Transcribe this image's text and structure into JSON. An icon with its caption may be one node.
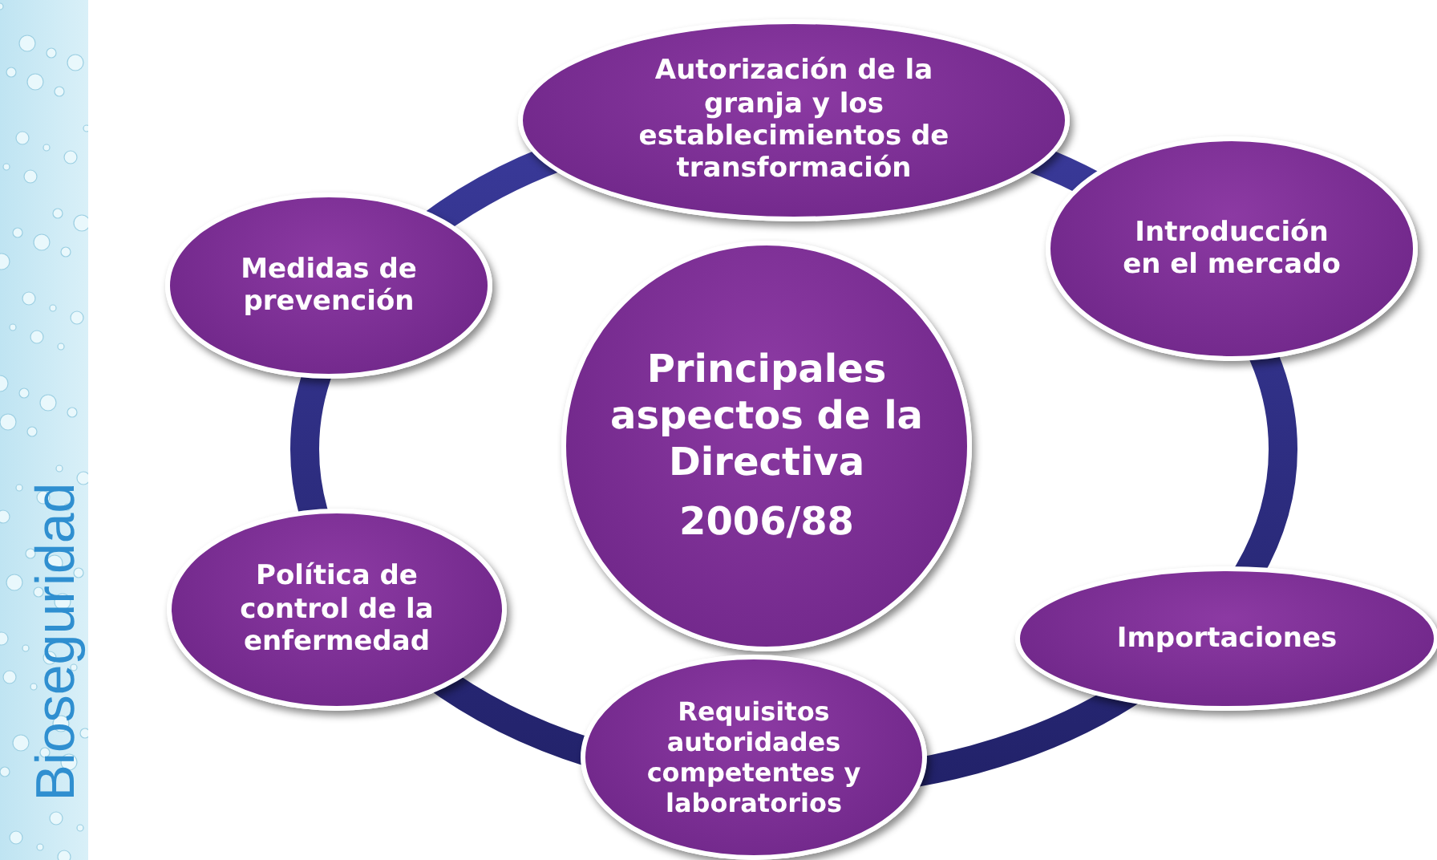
{
  "diagram": {
    "nodes": [
      {
        "text": [
          "Autorización de la granja y los establecimientos de transformación"
        ]
      },
      {
        "text": [
          "Medidas de prevención"
        ]
      },
      {
        "text": [
          "Introducción en el mercado"
        ]
      },
      {
        "text": [
          "Principales aspectos de la Directiva",
          "2006/88"
        ]
      },
      {
        "text": [
          "Importaciones"
        ]
      },
      {
        "text": [
          "Política de control de la enfermedad"
        ]
      },
      {
        "text": [
          "Requisitos autoridades competentes y laboratorios"
        ]
      }
    ],
    "labels": [
      "Bioseguridad"
    ]
  }
}
